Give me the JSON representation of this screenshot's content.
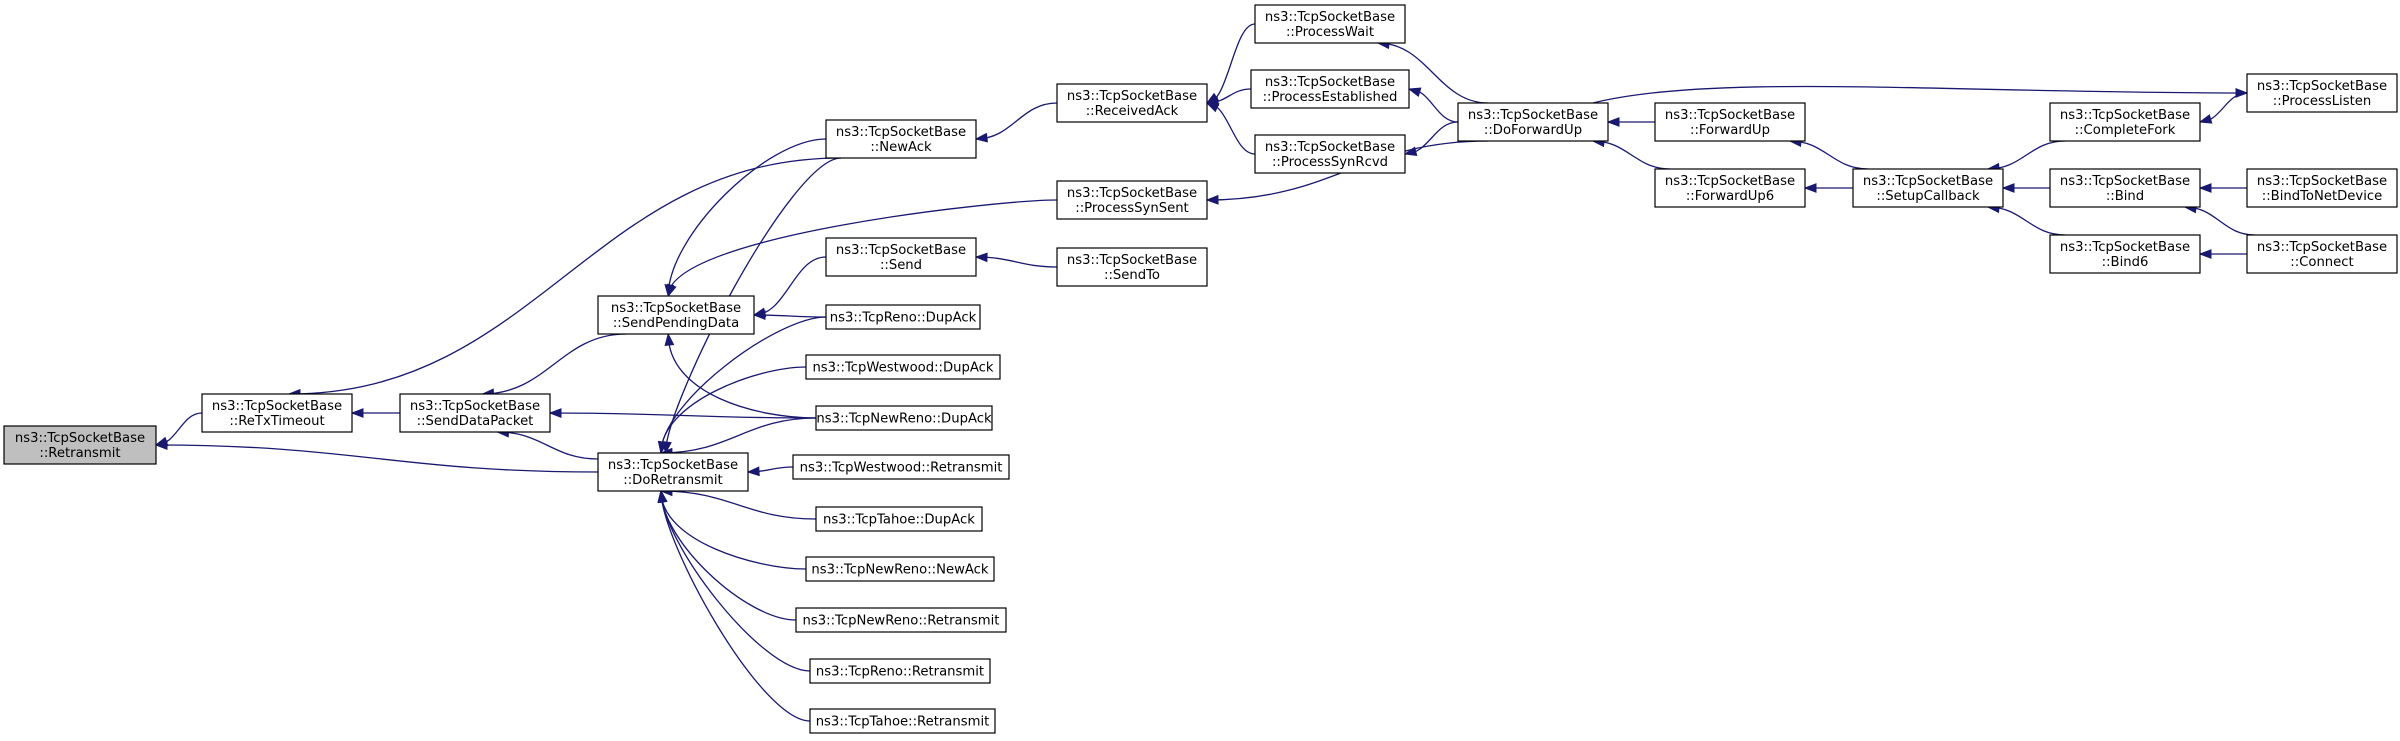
{
  "title": "",
  "colors": {
    "edge": "#191970",
    "node_fill": "#ffffff",
    "root_fill": "#bfbfbf",
    "border": "#000000"
  },
  "nodes": [
    {
      "id": "retransmit",
      "lines": [
        "ns3::TcpSocketBase",
        "::Retransmit"
      ],
      "root": true
    },
    {
      "id": "retxtimeout",
      "lines": [
        "ns3::TcpSocketBase",
        "::ReTxTimeout"
      ]
    },
    {
      "id": "senddatapacket",
      "lines": [
        "ns3::TcpSocketBase",
        "::SendDataPacket"
      ]
    },
    {
      "id": "sendpendingdata",
      "lines": [
        "ns3::TcpSocketBase",
        "::SendPendingData"
      ]
    },
    {
      "id": "doretransmit",
      "lines": [
        "ns3::TcpSocketBase",
        "::DoRetransmit"
      ]
    },
    {
      "id": "newack",
      "lines": [
        "ns3::TcpSocketBase",
        "::NewAck"
      ]
    },
    {
      "id": "receivedack",
      "lines": [
        "ns3::TcpSocketBase",
        "::ReceivedAck"
      ]
    },
    {
      "id": "processsynsent",
      "lines": [
        "ns3::TcpSocketBase",
        "::ProcessSynSent"
      ]
    },
    {
      "id": "send",
      "lines": [
        "ns3::TcpSocketBase",
        "::Send"
      ]
    },
    {
      "id": "sendto",
      "lines": [
        "ns3::TcpSocketBase",
        "::SendTo"
      ]
    },
    {
      "id": "tcpreno_dupack",
      "lines": [
        "ns3::TcpReno::DupAck"
      ]
    },
    {
      "id": "tcpwestwood_dupack",
      "lines": [
        "ns3::TcpWestwood::DupAck"
      ]
    },
    {
      "id": "tcpnewreno_dupack",
      "lines": [
        "ns3::TcpNewReno::DupAck"
      ]
    },
    {
      "id": "tcpwestwood_retransmit",
      "lines": [
        "ns3::TcpWestwood::Retransmit"
      ]
    },
    {
      "id": "tcptahoe_dupack",
      "lines": [
        "ns3::TcpTahoe::DupAck"
      ]
    },
    {
      "id": "tcpnewreno_newack",
      "lines": [
        "ns3::TcpNewReno::NewAck"
      ]
    },
    {
      "id": "tcpnewreno_retransmit",
      "lines": [
        "ns3::TcpNewReno::Retransmit"
      ]
    },
    {
      "id": "tcpreno_retransmit",
      "lines": [
        "ns3::TcpReno::Retransmit"
      ]
    },
    {
      "id": "tcptahoe_retransmit",
      "lines": [
        "ns3::TcpTahoe::Retransmit"
      ]
    },
    {
      "id": "processwait",
      "lines": [
        "ns3::TcpSocketBase",
        "::ProcessWait"
      ]
    },
    {
      "id": "processestablished",
      "lines": [
        "ns3::TcpSocketBase",
        "::ProcessEstablished"
      ]
    },
    {
      "id": "processsynrcvd",
      "lines": [
        "ns3::TcpSocketBase",
        "::ProcessSynRcvd"
      ]
    },
    {
      "id": "doforwardup",
      "lines": [
        "ns3::TcpSocketBase",
        "::DoForwardUp"
      ]
    },
    {
      "id": "forwardup",
      "lines": [
        "ns3::TcpSocketBase",
        "::ForwardUp"
      ]
    },
    {
      "id": "forwardup6",
      "lines": [
        "ns3::TcpSocketBase",
        "::ForwardUp6"
      ]
    },
    {
      "id": "setupcallback",
      "lines": [
        "ns3::TcpSocketBase",
        "::SetupCallback"
      ]
    },
    {
      "id": "completefork",
      "lines": [
        "ns3::TcpSocketBase",
        "::CompleteFork"
      ]
    },
    {
      "id": "bind",
      "lines": [
        "ns3::TcpSocketBase",
        "::Bind"
      ]
    },
    {
      "id": "bind6",
      "lines": [
        "ns3::TcpSocketBase",
        "::Bind6"
      ]
    },
    {
      "id": "processlisten",
      "lines": [
        "ns3::TcpSocketBase",
        "::ProcessListen"
      ]
    },
    {
      "id": "bindtonetdevice",
      "lines": [
        "ns3::TcpSocketBase",
        "::BindToNetDevice"
      ]
    },
    {
      "id": "connect",
      "lines": [
        "ns3::TcpSocketBase",
        "::Connect"
      ]
    }
  ],
  "edges": [
    {
      "from": "retxtimeout",
      "to": "retransmit"
    },
    {
      "from": "doretransmit",
      "to": "retransmit"
    },
    {
      "from": "senddatapacket",
      "to": "retxtimeout"
    },
    {
      "from": "newack",
      "to": "retxtimeout"
    },
    {
      "from": "sendpendingdata",
      "to": "senddatapacket"
    },
    {
      "from": "doretransmit",
      "to": "senddatapacket"
    },
    {
      "from": "tcpnewreno_dupack",
      "to": "senddatapacket"
    },
    {
      "from": "newack",
      "to": "sendpendingdata"
    },
    {
      "from": "processsynsent",
      "to": "sendpendingdata"
    },
    {
      "from": "send",
      "to": "sendpendingdata"
    },
    {
      "from": "tcpreno_dupack",
      "to": "sendpendingdata"
    },
    {
      "from": "tcpnewreno_dupack",
      "to": "sendpendingdata"
    },
    {
      "from": "newack",
      "to": "doretransmit"
    },
    {
      "from": "tcpreno_dupack",
      "to": "doretransmit"
    },
    {
      "from": "tcpwestwood_dupack",
      "to": "doretransmit"
    },
    {
      "from": "tcpnewreno_dupack",
      "to": "doretransmit"
    },
    {
      "from": "tcpwestwood_retransmit",
      "to": "doretransmit"
    },
    {
      "from": "tcptahoe_dupack",
      "to": "doretransmit"
    },
    {
      "from": "tcpnewreno_newack",
      "to": "doretransmit"
    },
    {
      "from": "tcpnewreno_retransmit",
      "to": "doretransmit"
    },
    {
      "from": "tcpreno_retransmit",
      "to": "doretransmit"
    },
    {
      "from": "tcptahoe_retransmit",
      "to": "doretransmit"
    },
    {
      "from": "receivedack",
      "to": "newack"
    },
    {
      "from": "processwait",
      "to": "receivedack"
    },
    {
      "from": "processestablished",
      "to": "receivedack"
    },
    {
      "from": "processsynrcvd",
      "to": "receivedack"
    },
    {
      "from": "doforwardup",
      "to": "processsynsent"
    },
    {
      "from": "sendto",
      "to": "send"
    },
    {
      "from": "doforwardup",
      "to": "processwait"
    },
    {
      "from": "doforwardup",
      "to": "processestablished"
    },
    {
      "from": "doforwardup",
      "to": "processsynrcvd"
    },
    {
      "from": "forwardup",
      "to": "doforwardup"
    },
    {
      "from": "forwardup6",
      "to": "doforwardup"
    },
    {
      "from": "doforwardup",
      "to": "processlisten"
    },
    {
      "from": "setupcallback",
      "to": "forwardup"
    },
    {
      "from": "setupcallback",
      "to": "forwardup6"
    },
    {
      "from": "completefork",
      "to": "setupcallback"
    },
    {
      "from": "bind",
      "to": "setupcallback"
    },
    {
      "from": "bind6",
      "to": "setupcallback"
    },
    {
      "from": "processlisten",
      "to": "completefork"
    },
    {
      "from": "bindtonetdevice",
      "to": "bind"
    },
    {
      "from": "connect",
      "to": "bind"
    },
    {
      "from": "connect",
      "to": "bind6"
    }
  ]
}
